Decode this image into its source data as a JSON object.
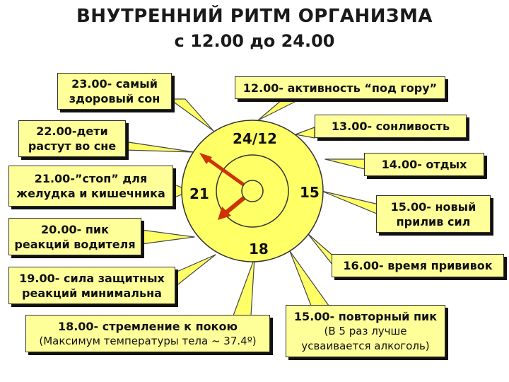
{
  "title": {
    "line1": "ВНУТРЕННИЙ РИТМ ОРГАНИЗМА",
    "line2": "с 12.00 до 24.00"
  },
  "clock": {
    "top": "24/12",
    "right": "15",
    "bottom": "18",
    "left": "21",
    "colors": {
      "ring": "#ffff66",
      "hand": "#cc3300",
      "box": "#ffff99"
    }
  },
  "boxes": {
    "b1200": {
      "line1": "12.00- активность “под гору”"
    },
    "b1300": {
      "line1": "13.00- сонливость"
    },
    "b1400": {
      "line1": "14.00- отдых"
    },
    "b1500a": {
      "line1": "15.00- новый",
      "line2": "прилив сил"
    },
    "b1600": {
      "line1": "16.00- время прививок"
    },
    "b1500b": {
      "line1": "15.00- повторный пик",
      "line2": "(В 5 раз лучше",
      "line3": "усваивается алкоголь)"
    },
    "b1800": {
      "line1": "18.00- стремление к покою",
      "line2": "(Максимум температуры тела ~ 37.4º)"
    },
    "b1900": {
      "line1": "19.00- сила защитных",
      "line2": "реакций минимальна"
    },
    "b2000": {
      "line1": "20.00- пик",
      "line2": "реакций водителя"
    },
    "b2100": {
      "line1": "21.00-”стоп” для",
      "line2": "желудка и кишечника"
    },
    "b2200": {
      "line1": "22.00-дети",
      "line2": "растут во сне"
    },
    "b2300": {
      "line1": "23.00- самый",
      "line2": "здоровый сон"
    }
  }
}
